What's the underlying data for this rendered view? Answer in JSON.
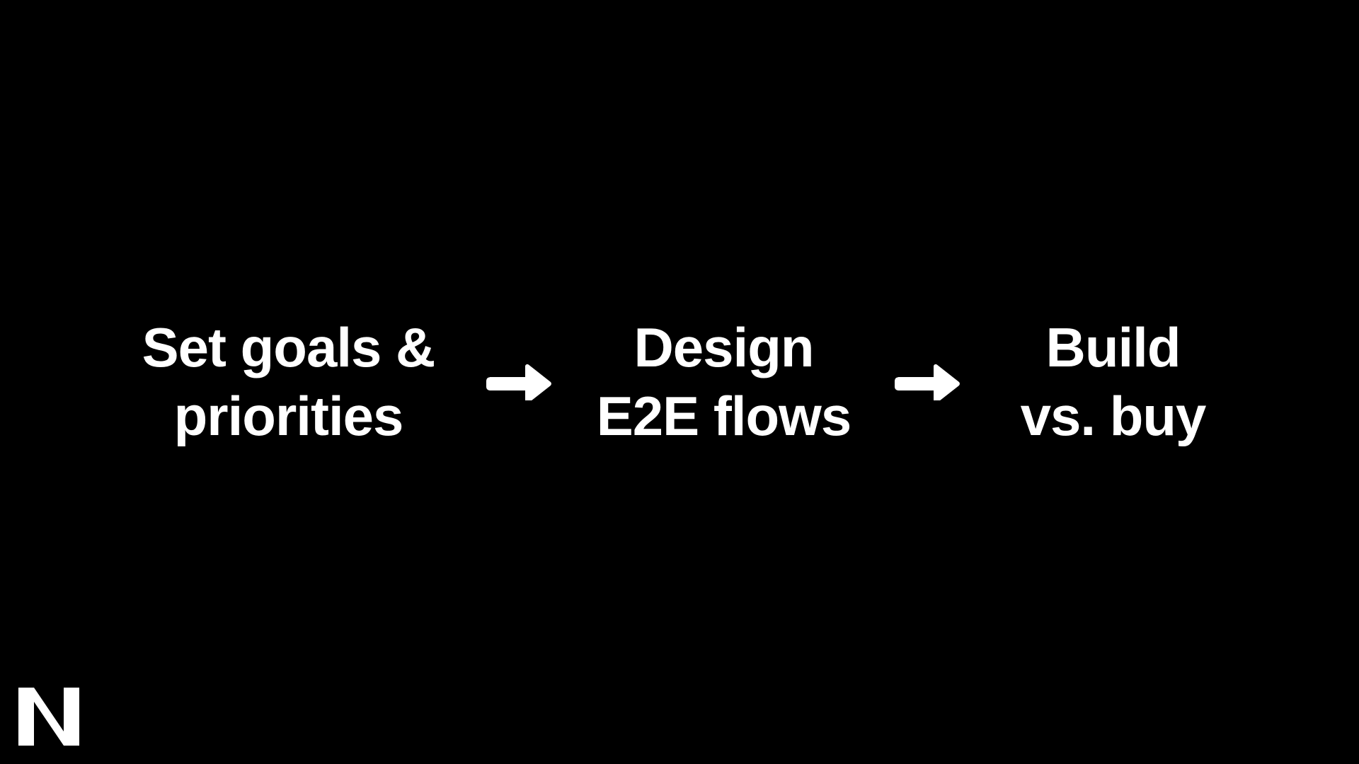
{
  "slide": {
    "background_color": "#000000",
    "text_color": "#ffffff",
    "logo": {
      "name": "n-logo-mark",
      "letter": "N"
    }
  },
  "flow": {
    "steps": [
      {
        "id": "step-set-goals",
        "lines": [
          "Set goals &",
          "priorities"
        ],
        "full_text": "Set goals & priorities"
      },
      {
        "id": "step-design-e2e-flows",
        "lines": [
          "Design",
          "E2E flows"
        ],
        "full_text": "Design E2E flows"
      },
      {
        "id": "step-build-vs-buy",
        "lines": [
          "Build",
          "vs. buy"
        ],
        "full_text": "Build vs. buy"
      }
    ],
    "connectors": [
      {
        "id": "arrow-1",
        "icon": "arrow-right-icon"
      },
      {
        "id": "arrow-2",
        "icon": "arrow-right-icon"
      }
    ]
  }
}
